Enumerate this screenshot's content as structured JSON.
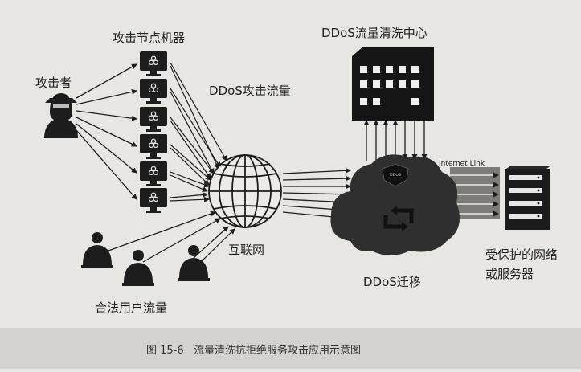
{
  "labels": {
    "attack_nodes": "攻击节点机器",
    "attacker": "攻击者",
    "ddos_traffic": "DDoS攻击流量",
    "cleaning_center": "DDoS流量清洗中心",
    "internet_link": "Internet Link",
    "internet": "互联网",
    "legit_traffic": "合法用户流量",
    "migration": "DDoS迁移",
    "protected_line1": "受保护的网络",
    "protected_line2": "或服务器"
  },
  "caption": "图 15-6   流量清洗抗拒绝服务攻击应用示意图",
  "colors": {
    "background": "#e7e6e3",
    "ink": "#1d1d1d",
    "cloud": "#2f2f2f",
    "caption_band": "#d3d2cf"
  },
  "icons": {
    "attacker": "hooded-hacker-icon",
    "attack_node": "biohazard-monitor-icon",
    "internet": "globe-icon",
    "cleaning_center": "datacenter-building-icon",
    "migration": "cloud-arrows-icon",
    "protected": "server-rack-icon",
    "user": "user-at-laptop-icon"
  }
}
